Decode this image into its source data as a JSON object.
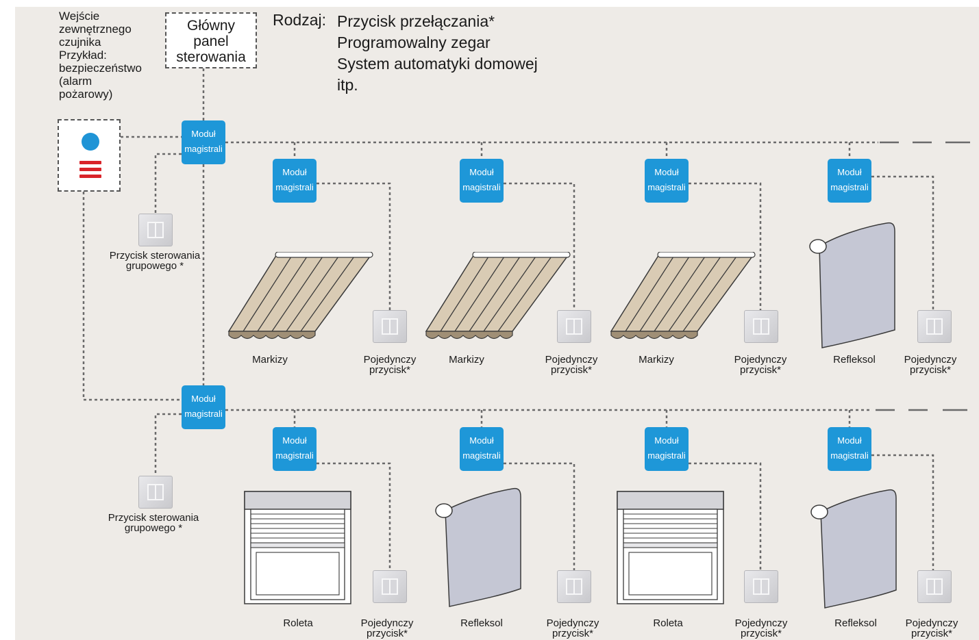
{
  "panel": {
    "line1": "Główny",
    "line2": "panel",
    "line3": "sterowania"
  },
  "sensor": {
    "lines": [
      "Wejście",
      "zewnętrznego",
      "czujnika",
      "Przykład:",
      "bezpieczeństwo",
      "(alarm",
      "pożarowy)"
    ]
  },
  "rodzaj": {
    "label": "Rodzaj:",
    "items": [
      "Przycisk przełączania*",
      "Programowalny zegar",
      "System automatyki domowej",
      "itp."
    ]
  },
  "module": {
    "line1": "Moduł",
    "line2": "magistrali"
  },
  "group_button": {
    "line1": "Przycisk sterowania",
    "line2": "grupowego *"
  },
  "single_button": {
    "line1": "Pojedynczy",
    "line2": "przycisk*"
  },
  "rows": [
    {
      "devices": [
        {
          "type": "awning",
          "label": "Markizy"
        },
        {
          "type": "awning",
          "label": "Markizy"
        },
        {
          "type": "awning",
          "label": "Markizy"
        },
        {
          "type": "screen",
          "label": "Refleksol"
        }
      ]
    },
    {
      "devices": [
        {
          "type": "shutter",
          "label": "Roleta"
        },
        {
          "type": "screen",
          "label": "Refleksol"
        },
        {
          "type": "shutter",
          "label": "Roleta"
        },
        {
          "type": "screen",
          "label": "Refleksol"
        }
      ]
    }
  ],
  "colors": {
    "module": "#1e97d8",
    "sensor_dot": "#1f94d6",
    "sensor_bars": "#d92329",
    "awning": "#d9cbb4",
    "screen": "#c5c7d4",
    "background": "#eeebe7"
  },
  "icons": {
    "sensor": "alarm-sensor-icon",
    "button": "push-button-icon",
    "awning": "awning-icon",
    "screen": "screen-blind-icon",
    "shutter": "roller-shutter-icon"
  }
}
